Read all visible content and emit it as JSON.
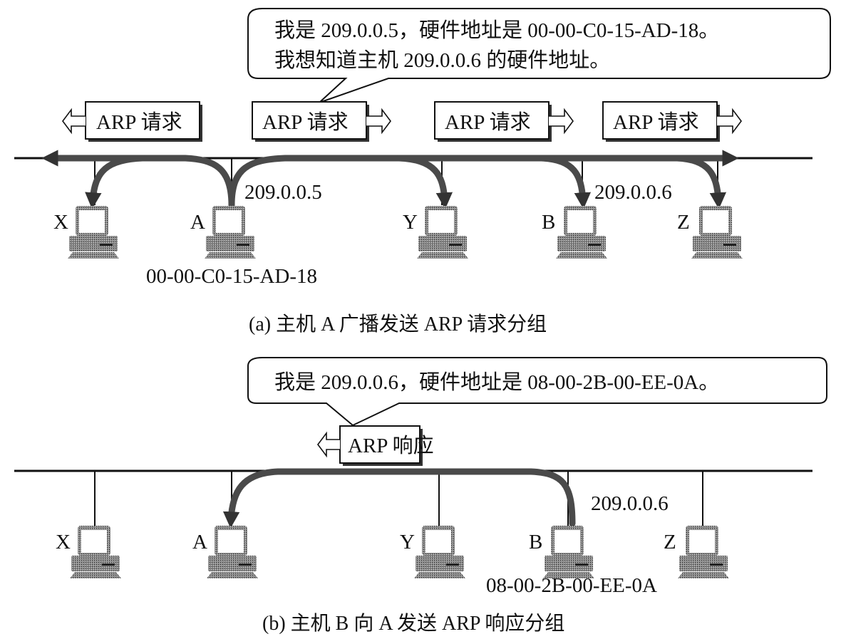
{
  "colors": {
    "ink": "#111111",
    "flow": "#3a3a3a",
    "pc_body": "#6b6b6b",
    "pc_screen": "#ffffff",
    "background": "#ffffff"
  },
  "panel_a": {
    "bubble": {
      "line1": "我是 209.0.0.5，硬件地址是 00-00-C0-15-AD-18。",
      "line2": "我想知道主机 209.0.0.6 的硬件地址。"
    },
    "packets": [
      {
        "label": "ARP 请求",
        "direction": "left"
      },
      {
        "label": "ARP 请求",
        "direction": "right"
      },
      {
        "label": "ARP 请求",
        "direction": "right"
      },
      {
        "label": "ARP 请求",
        "direction": "right"
      }
    ],
    "hosts": [
      {
        "name": "X"
      },
      {
        "name": "A",
        "ip": "209.0.0.5",
        "mac": "00-00-C0-15-AD-18"
      },
      {
        "name": "Y"
      },
      {
        "name": "B",
        "ip": "209.0.0.6"
      },
      {
        "name": "Z"
      }
    ],
    "caption": "(a) 主机 A 广播发送 ARP 请求分组"
  },
  "panel_b": {
    "bubble": {
      "line1": "我是 209.0.0.6，硬件地址是 08-00-2B-00-EE-0A。"
    },
    "packets": [
      {
        "label": "ARP 响应",
        "direction": "left"
      }
    ],
    "hosts": [
      {
        "name": "X"
      },
      {
        "name": "A"
      },
      {
        "name": "Y"
      },
      {
        "name": "B",
        "ip": "209.0.0.6",
        "mac": "08-00-2B-00-EE-0A"
      },
      {
        "name": "Z"
      }
    ],
    "caption": "(b) 主机 B 向 A 发送 ARP 响应分组"
  }
}
